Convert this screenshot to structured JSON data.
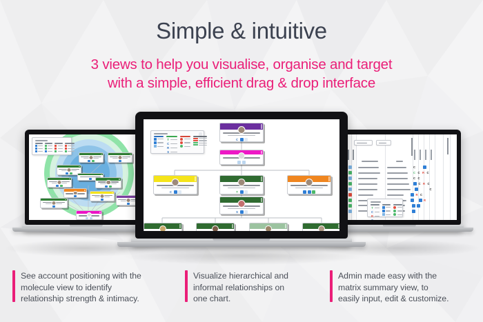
{
  "page": {
    "heading": "Simple & intuitive",
    "subheading_line1": "3 views to help you visualise, organise and target",
    "subheading_line2": "with a simple, efficient drag & drop interface",
    "background_color": "#f2f2f3",
    "heading_color": "#3c4250",
    "accent_color": "#ea1e78"
  },
  "captions": [
    {
      "name": "molecule-view-caption",
      "line1": "See account positioning with the",
      "line2": "molecule view to identify",
      "line3": "relationship strength & intimacy.",
      "bar_color": "#ea1e78"
    },
    {
      "name": "org-chart-caption",
      "line1": "Visualize hierarchical and",
      "line2": "informal relationships on",
      "line3": "one chart.",
      "bar_color": "#ea1e78"
    },
    {
      "name": "matrix-view-caption",
      "line1": "Admin made easy with the",
      "line2": "matrix summary view, to",
      "line3": "easily input, edit & customize.",
      "bar_color": "#ea1e78"
    }
  ],
  "screens": {
    "left": {
      "label": "molecule-view",
      "rings": [
        "#8fe3a8",
        "#c9ecd6",
        "#b6d6ef",
        "#8fc2e6",
        "#6aaede"
      ],
      "node_colors": [
        "#2e7d32",
        "#2e7d32",
        "#2e7d32",
        "#2e7d32",
        "#2e7d32",
        "#f39c12",
        "#f2e116",
        "#2e7d32",
        "#7b3fa0",
        "#2e7d32"
      ],
      "hub_color": "#ec13c6"
    },
    "center": {
      "label": "org-chart-view",
      "levels": [
        {
          "nodes": [
            {
              "header_color": "#6b2f9e",
              "badges": [
                "#ffffff",
                "#2f7fd6",
                "#e8f0f8"
              ]
            }
          ]
        },
        {
          "nodes": [
            {
              "header_color": "#ee18c6",
              "badges": [
                "#bcd6ef",
                "#bcd6ef"
              ]
            }
          ]
        },
        {
          "nodes": [
            {
              "header_color": "#f5e41a",
              "badges": [
                "#ffffff",
                "#2f7fd6",
                "#e8f0f8"
              ]
            },
            {
              "header_color": "#2f6b30",
              "badges": [
                "#24a04a",
                "#2f7fd6",
                "#e8f0f8"
              ]
            },
            {
              "header_color": "#f0861f",
              "badges": [
                "#2f7fd6",
                "#2f7fd6",
                "#4bb96a"
              ]
            }
          ]
        },
        {
          "nodes": [
            {
              "header_color": "#2f6b30",
              "badges": [
                "#2f7fd6",
                "#2f7fd6",
                "#e8f0f8"
              ]
            }
          ]
        },
        {
          "nodes": [
            {
              "header_color": "#2f6b30",
              "badges": [
                "#ffffff",
                "#2f7fd6",
                "#4bb96a"
              ]
            },
            {
              "header_color": "#2f6b30",
              "badges": [
                "#2f7fd6",
                "#2f7fd6",
                "#4bb96a"
              ]
            },
            {
              "header_color": "#9cc3a0",
              "badges": [
                "#2f7fd6",
                "#2f7fd6",
                "#e24b3c"
              ]
            },
            {
              "header_color": "#2f6b30",
              "badges": [
                "#ffffff",
                "#2f7fd6",
                "#4bb96a"
              ]
            }
          ]
        }
      ]
    },
    "right": {
      "label": "matrix-summary-view",
      "toolbar_buttons": [
        "Contacts",
        "Team"
      ],
      "column_headers": [
        "Influence",
        "Intimacy",
        "Full Name",
        "Role",
        "Buyer Relationship",
        "Competitors"
      ],
      "rows": [
        {
          "letters": [
            "C",
            "",
            "S",
            ""
          ]
        },
        {
          "letters": [
            "C",
            "C",
            "R",
            "C"
          ]
        },
        {
          "letters": [
            "C",
            "C",
            "",
            ""
          ]
        },
        {
          "letters": [
            "S",
            "C",
            "R",
            "C"
          ]
        },
        {
          "letters": [
            "S",
            "",
            "",
            "C"
          ]
        },
        {
          "letters": [
            "S",
            "R",
            "C",
            ""
          ]
        },
        {
          "letters": [
            "S",
            "",
            "S",
            "R"
          ]
        },
        {
          "letters": [
            "R",
            "S",
            "",
            ""
          ]
        },
        {
          "letters": [
            "S",
            "",
            "",
            ""
          ]
        }
      ],
      "legend_title": "Legend",
      "legend_groups": [
        "Intimacy",
        "Influence",
        "Objective"
      ],
      "legend_letters": [
        "T",
        "C",
        "R",
        "S"
      ]
    }
  }
}
